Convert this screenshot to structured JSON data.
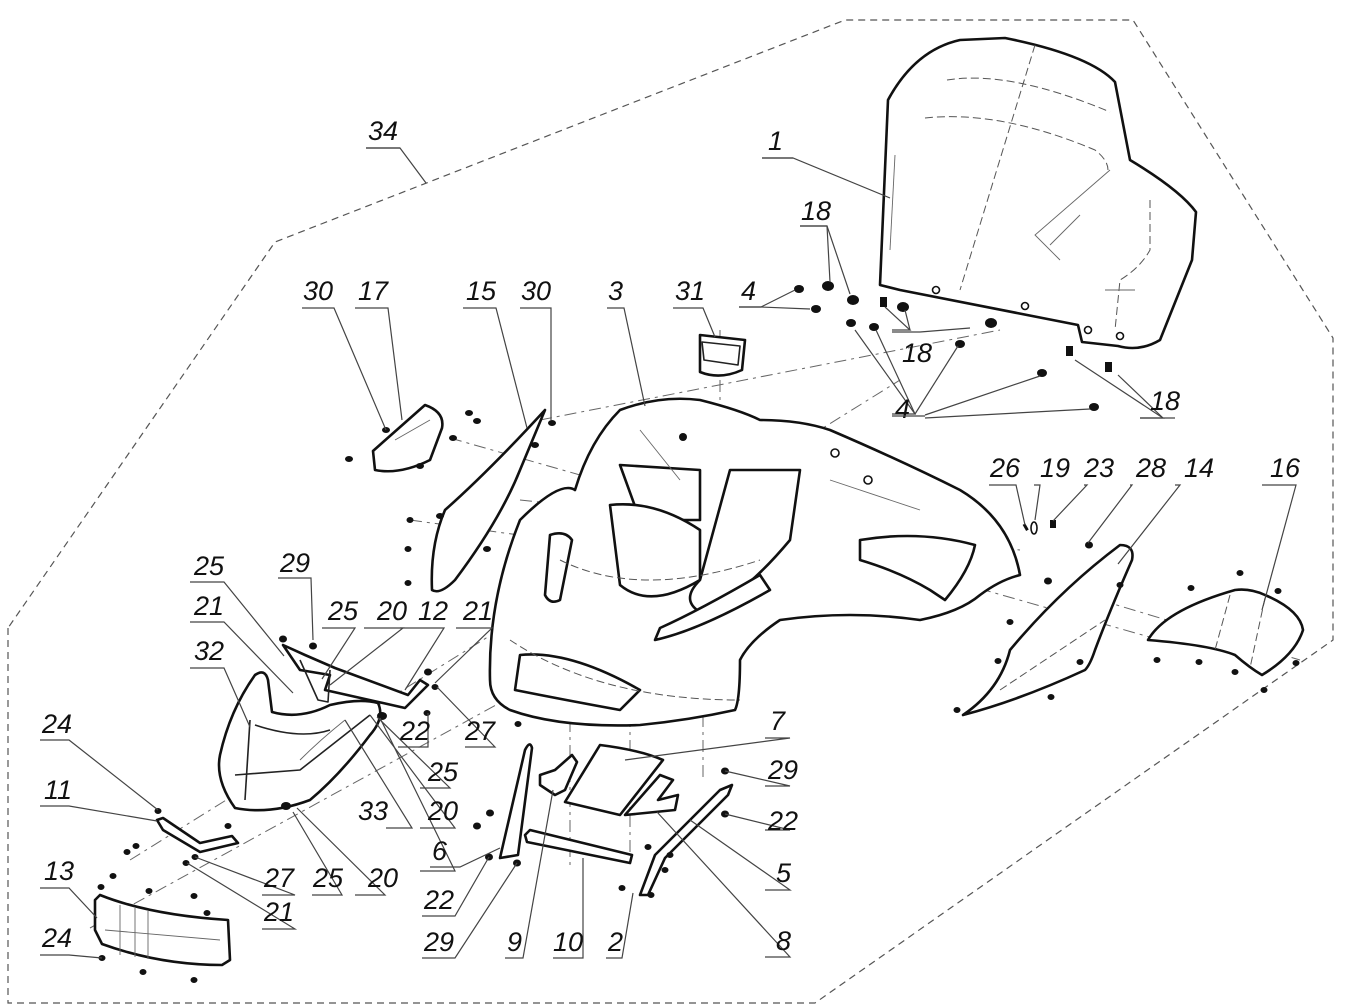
{
  "diagram": {
    "type": "exploded-parts-view",
    "subject": "front fairing / hood assembly with windshield and headlight",
    "colors": {
      "line": "#111111",
      "leader": "#444444",
      "background": "#ffffff"
    },
    "assembly_label": "34",
    "callouts": {
      "c1": "1",
      "c2": "2",
      "c3": "3",
      "c4a": "4",
      "c4b": "4",
      "c4c": "4",
      "c5": "5",
      "c6": "6",
      "c7": "7",
      "c8": "8",
      "c9": "9",
      "c10": "10",
      "c11": "11",
      "c12": "12",
      "c13": "13",
      "c14": "14",
      "c15": "15",
      "c16": "16",
      "c17": "17",
      "c18a": "18",
      "c18b": "18",
      "c18c": "18",
      "c19": "19",
      "c20a": "20",
      "c20b": "20",
      "c20c": "20",
      "c20d": "20",
      "c21a": "21",
      "c21b": "21",
      "c21c": "21",
      "c22a": "22",
      "c22b": "22",
      "c22c": "22",
      "c23": "23",
      "c24a": "24",
      "c24b": "24",
      "c25a": "25",
      "c25b": "25",
      "c25c": "25",
      "c25d": "25",
      "c26": "26",
      "c27a": "27",
      "c27b": "27",
      "c28": "28",
      "c29a": "29",
      "c29b": "29",
      "c29c": "29",
      "c30a": "30",
      "c30b": "30",
      "c31": "31",
      "c32": "32",
      "c33": "33",
      "c34": "34"
    },
    "parts": [
      {
        "id": "1",
        "name": "windshield"
      },
      {
        "id": "2",
        "name": "right bracket"
      },
      {
        "id": "3",
        "name": "hood / front fairing"
      },
      {
        "id": "4",
        "name": "screw"
      },
      {
        "id": "5",
        "name": "lower panel right"
      },
      {
        "id": "6",
        "name": "left bracket"
      },
      {
        "id": "7",
        "name": "center lower panel"
      },
      {
        "id": "8",
        "name": "bracket strut"
      },
      {
        "id": "9",
        "name": "lower panel left"
      },
      {
        "id": "10",
        "name": "cross bar"
      },
      {
        "id": "11",
        "name": "lower headlight bracket"
      },
      {
        "id": "12",
        "name": "upper headlight bracket"
      },
      {
        "id": "13",
        "name": "front grille panel"
      },
      {
        "id": "14",
        "name": "right side panel"
      },
      {
        "id": "15",
        "name": "left side panel"
      },
      {
        "id": "16",
        "name": "right mirror / deflector"
      },
      {
        "id": "17",
        "name": "left mirror / deflector"
      },
      {
        "id": "18",
        "name": "nut / grommet"
      },
      {
        "id": "19",
        "name": "clip"
      },
      {
        "id": "20",
        "name": "bolt"
      },
      {
        "id": "21",
        "name": "washer"
      },
      {
        "id": "22",
        "name": "nut"
      },
      {
        "id": "23",
        "name": "plug"
      },
      {
        "id": "24",
        "name": "rivet"
      },
      {
        "id": "25",
        "name": "screw"
      },
      {
        "id": "26",
        "name": "pin"
      },
      {
        "id": "27",
        "name": "nut"
      },
      {
        "id": "28",
        "name": "fastener"
      },
      {
        "id": "29",
        "name": "bolt"
      },
      {
        "id": "30",
        "name": "rivet"
      },
      {
        "id": "31",
        "name": "instrument display"
      },
      {
        "id": "32",
        "name": "headlight"
      },
      {
        "id": "33",
        "name": "headlight lens"
      },
      {
        "id": "34",
        "name": "complete fairing assembly"
      }
    ]
  }
}
